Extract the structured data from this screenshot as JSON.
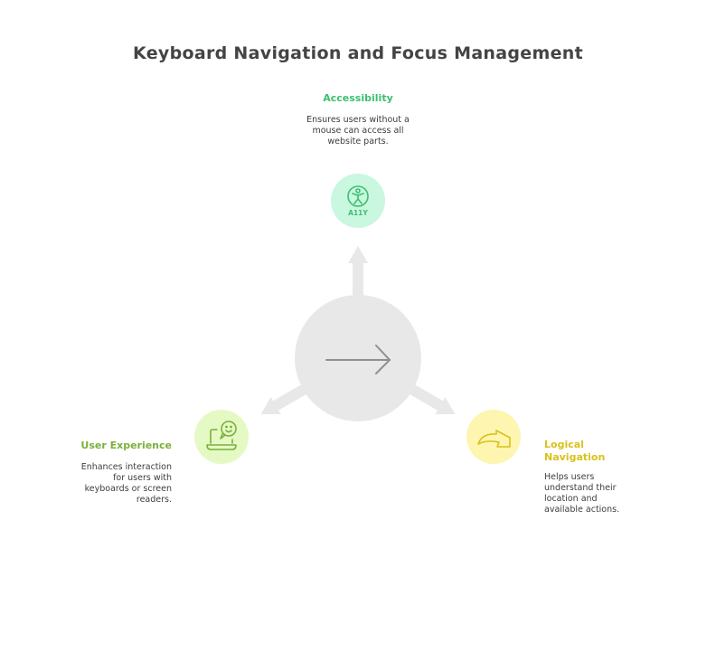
{
  "title": "Keyboard Navigation and Focus Management",
  "center": {
    "icon": "arrow-right-icon",
    "color": "#e8e8e8",
    "icon_color": "#8f8f8f"
  },
  "nodes": [
    {
      "id": "accessibility",
      "heading": "Accessibility",
      "description": "Ensures users without a mouse can access all website parts.",
      "icon": "a11y-person-icon",
      "icon_text": "A11Y",
      "color": "#3dbf6e",
      "bg": "#c9f7df"
    },
    {
      "id": "user-experience",
      "heading": "User Experience",
      "description": "Enhances interaction for users with keyboards or screen readers.",
      "icon": "laptop-smiley-chat-icon",
      "color": "#7ab03a",
      "bg": "#e5f9c4"
    },
    {
      "id": "logical-navigation",
      "heading": "Logical Navigation",
      "description": "Helps users understand their location and available actions.",
      "icon": "forward-arrow-icon",
      "color": "#d9c21a",
      "bg": "#fdf5b0"
    }
  ]
}
